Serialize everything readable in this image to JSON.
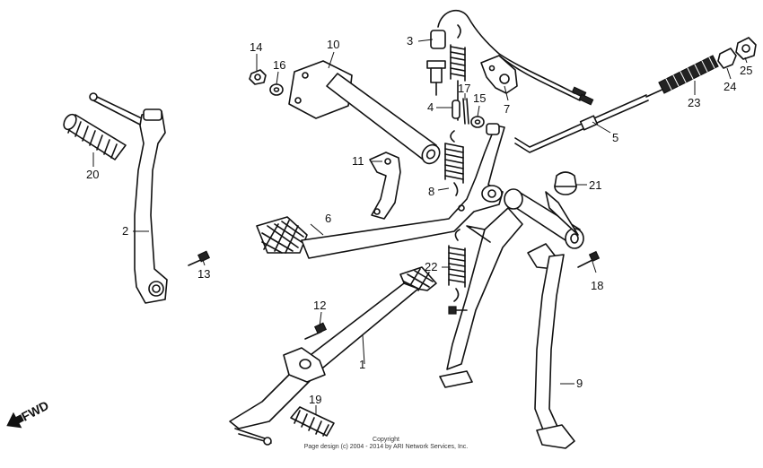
{
  "callouts": [
    "1",
    "2",
    "3",
    "4",
    "5",
    "6",
    "7",
    "8",
    "9",
    "10",
    "11",
    "12",
    "13",
    "14",
    "15",
    "16",
    "17",
    "18",
    "19",
    "20",
    "21",
    "22",
    "23",
    "24",
    "25"
  ],
  "fwd_label": "FWD",
  "copyright": {
    "line1": "Copyright",
    "line2": "Page design (c) 2004 - 2014 by ARI Network Services, Inc."
  }
}
